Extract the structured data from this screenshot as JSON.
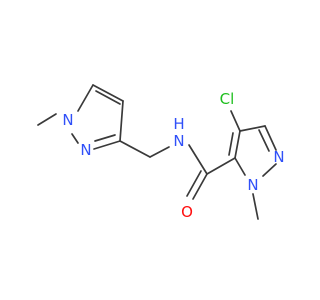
{
  "molecule": {
    "colors": {
      "bond": "#3a3a3a",
      "N": "#3050f8",
      "O": "#ff0d0d",
      "Cl": "#1fbf1f",
      "background": "#ffffff"
    },
    "atoms": [
      {
        "id": "CH3a",
        "label": ""
      },
      {
        "id": "N1a",
        "label": "N",
        "element": "N"
      },
      {
        "id": "C5a",
        "label": ""
      },
      {
        "id": "C4a",
        "label": ""
      },
      {
        "id": "C3a",
        "label": ""
      },
      {
        "id": "N2a",
        "label": "N",
        "element": "N"
      },
      {
        "id": "CH2",
        "label": ""
      },
      {
        "id": "NH",
        "label": "N",
        "element": "N"
      },
      {
        "id": "H",
        "label": "H",
        "element": "N"
      },
      {
        "id": "Camide",
        "label": ""
      },
      {
        "id": "O",
        "label": "O",
        "element": "O"
      },
      {
        "id": "C5b",
        "label": ""
      },
      {
        "id": "C4b",
        "label": ""
      },
      {
        "id": "Cl",
        "label": "Cl",
        "element": "Cl"
      },
      {
        "id": "C3b",
        "label": ""
      },
      {
        "id": "N2b",
        "label": "N",
        "element": "N"
      },
      {
        "id": "N1b",
        "label": "N",
        "element": "N"
      },
      {
        "id": "CH3b",
        "label": ""
      }
    ]
  }
}
